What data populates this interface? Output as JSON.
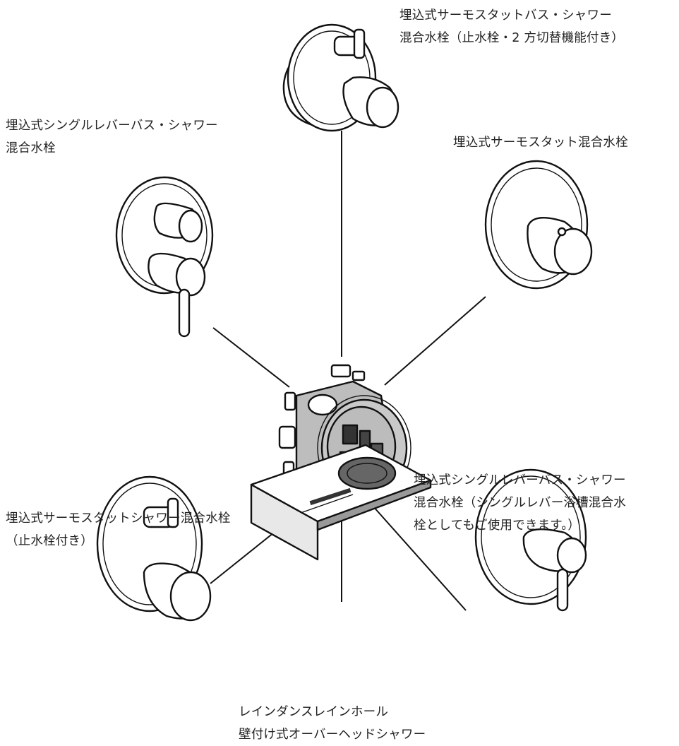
{
  "labels": {
    "top_thermo_bath": {
      "line1": "埋込式サーモスタットバス・シャワー",
      "line2": "混合水栓（止水栓・2 方切替機能付き）"
    },
    "single_lever_bath_top": {
      "line1": "埋込式シングルレバーバス・シャワー",
      "line2": "混合水栓"
    },
    "thermo_mixer": {
      "line1": "埋込式サーモスタット混合水栓"
    },
    "single_lever_bath_right": {
      "line1": "埋込式シングルレバーバス・シャワー",
      "line2": "混合水栓（シングルレバー浴槽混合水",
      "line3": "栓としてもご使用できます。）"
    },
    "thermo_shower": {
      "line1": "埋込式サーモスタットシャワー混合水栓",
      "line2": "（止水栓付き）"
    },
    "rain_shower": {
      "line1": "レインダンスレインホール",
      "line2": "壁付け式オーバーヘッドシャワー"
    }
  }
}
